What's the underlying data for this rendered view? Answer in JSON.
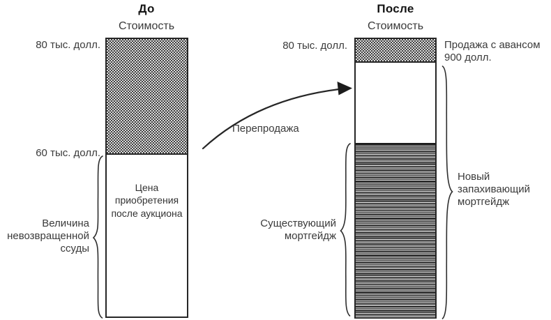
{
  "figure": {
    "colors": {
      "ink": "#2e2e2e",
      "text": "#3a3a3a",
      "border": "#262626"
    },
    "before": {
      "title": "До",
      "axis_label": "Стоимость",
      "price_top": "80 тыс. долл.",
      "price_bottom": "60 тыс. долл.",
      "bar_text": "Цена приобретения после аукциона",
      "brace_label": "Величина невозвращенной ссуды"
    },
    "arrow": {
      "label": "Перепродажа"
    },
    "after": {
      "title": "После",
      "axis_label": "Стоимость",
      "price_top": "80 тыс. долл.",
      "deposit_label": "Продажа с авансом 900 долл.",
      "existing_label": "Существующий мортгейдж",
      "new_label": "Новый запахивающий мортгейдж"
    }
  }
}
